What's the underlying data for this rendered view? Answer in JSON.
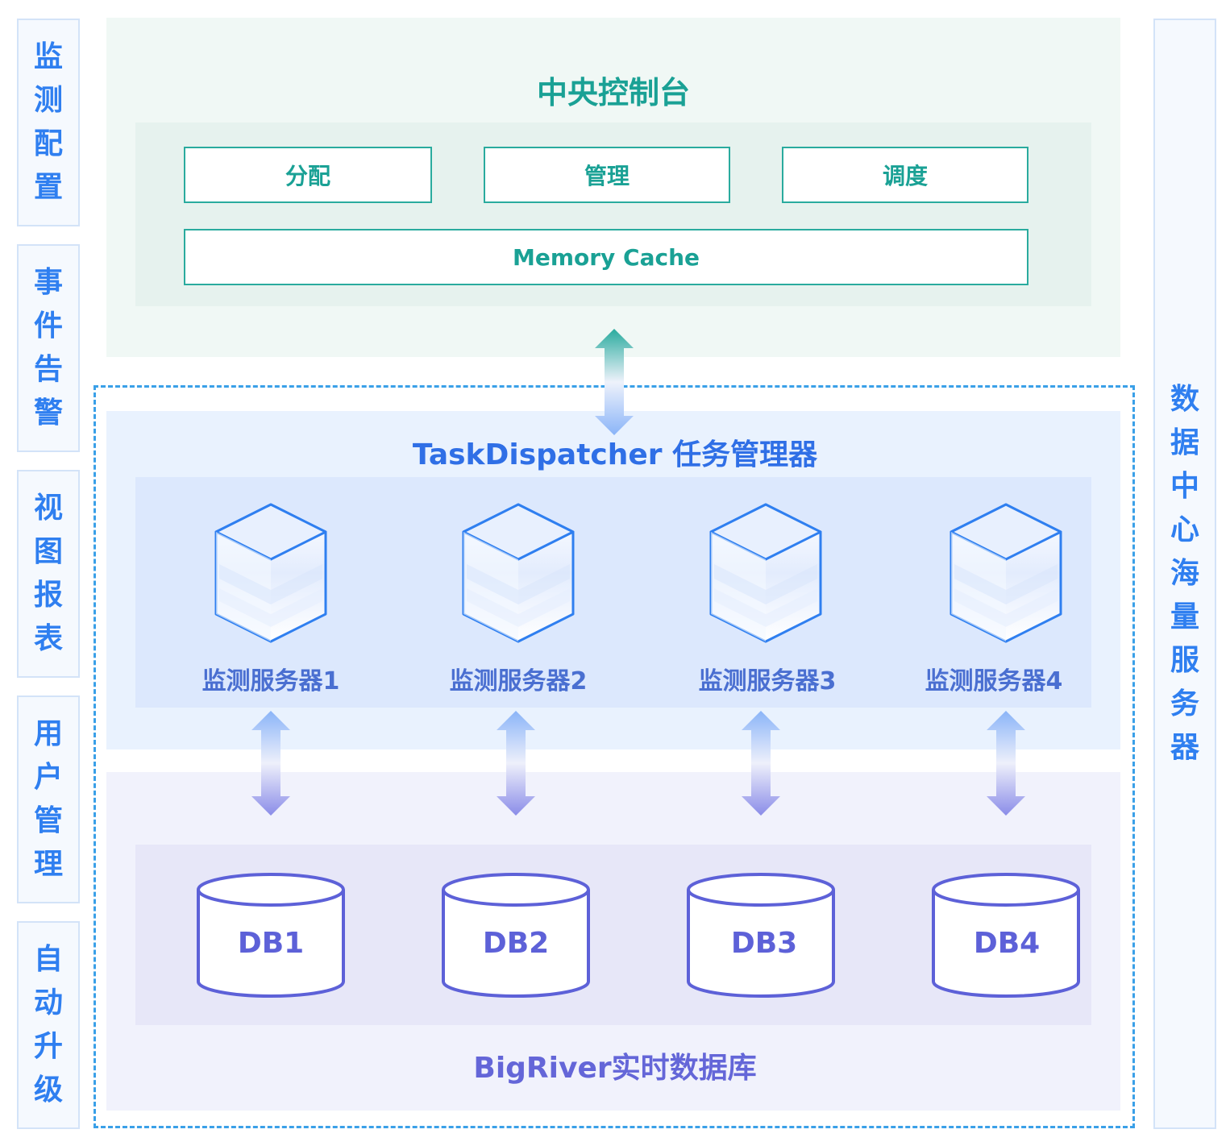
{
  "left_sidebar": [
    {
      "label": "监测配置"
    },
    {
      "label": "事件告警"
    },
    {
      "label": "视图报表"
    },
    {
      "label": "用户管理"
    },
    {
      "label": "自动升级"
    }
  ],
  "right_sidebar": {
    "label": "数据中心海量服务器"
  },
  "console": {
    "title": "中央控制台",
    "functions": [
      "分配",
      "管理",
      "调度"
    ],
    "cache": "Memory Cache"
  },
  "dispatcher": {
    "title": "TaskDispatcher 任务管理器",
    "servers": [
      "监测服务器1",
      "监测服务器2",
      "监测服务器3",
      "监测服务器4"
    ]
  },
  "database": {
    "title": "BigRiver实时数据库",
    "dbs": [
      "DB1",
      "DB2",
      "DB3",
      "DB4"
    ]
  },
  "colors": {
    "teal": "#1aa195",
    "blue": "#2f6fe6",
    "indigo": "#5d61d8",
    "sidebar_text": "#2f7ff0"
  }
}
